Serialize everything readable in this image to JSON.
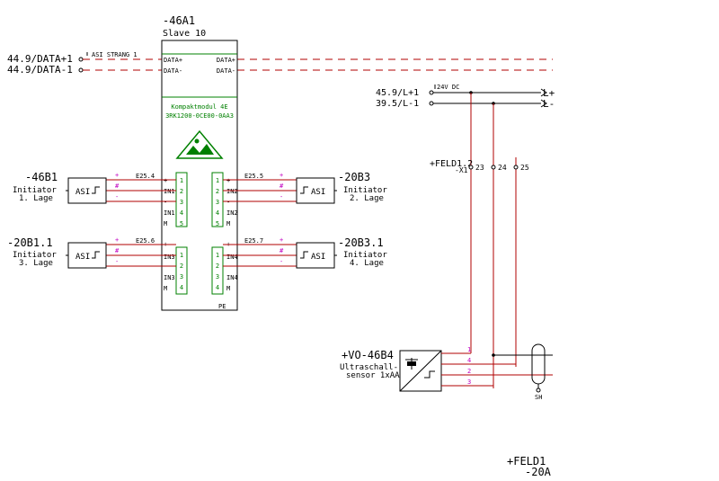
{
  "module": {
    "tag": "-46A1",
    "slave": "Slave 10",
    "data_plus": "DATA+",
    "data_minus": "DATA-",
    "data_plus_r": "DATA+",
    "data_minus_r": "DATA-",
    "name": "Kompaktmodul 4E",
    "order_no": "3RK1200-0CE00-0AA3",
    "pe": "PE"
  },
  "bus": {
    "data1": "44.9/DATA+1",
    "data2": "44.9/DATA-1",
    "strang": "ASI STRANG 1"
  },
  "power": {
    "l1": "45.9/L+1",
    "l2": "39.5/L-1",
    "dc": "24V DC",
    "out1": "L+",
    "out2": "L-"
  },
  "ports": {
    "tl": {
      "addr": "E25.4",
      "in": "IN1"
    },
    "tr": {
      "addr": "E25.5",
      "in": "IN2"
    },
    "bl": {
      "addr": "E25.6",
      "in": "IN3"
    },
    "br": {
      "addr": "E25.7",
      "in": "IN4"
    }
  },
  "port_signs": {
    "plus": "+",
    "minus": "-",
    "m": "M"
  },
  "pins": [
    "1",
    "2",
    "3",
    "4",
    "5"
  ],
  "wire_marks": {
    "plus": "+",
    "mid": "#",
    "minus": "-"
  },
  "sensors": {
    "s1": {
      "tag": "-46B1",
      "l1": "Initiator",
      "l2": "1. Lage",
      "asi": "ASI"
    },
    "s2": {
      "tag": "-20B3",
      "l1": "Initiator",
      "l2": "2. Lage",
      "asi": "ASI"
    },
    "s3": {
      "tag": "-20B1.1",
      "l1": "Initiator",
      "l2": "3. Lage",
      "asi": "ASI"
    },
    "s4": {
      "tag": "-20B3.1",
      "l1": "Initiator",
      "l2": "4. Lage",
      "asi": "ASI"
    }
  },
  "terminal": {
    "tag": "+FELD1.2",
    "x": "-X1",
    "t23": "23",
    "t24": "24",
    "t25": "25"
  },
  "ultrasonic": {
    "tag": "+VO-46B4",
    "l1": "Ultraschall-",
    "l2": "sensor 1xAA",
    "p1": "1",
    "p4": "4",
    "p2": "2",
    "p3": "3"
  },
  "shield": "SH",
  "footer": {
    "l1": "+FELD1",
    "l2": "-20A"
  }
}
